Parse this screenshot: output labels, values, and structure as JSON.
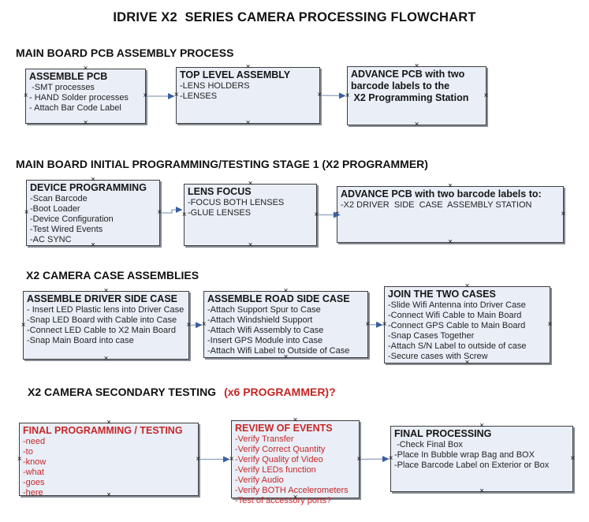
{
  "title": "IDRIVE X2  SERIES CAMERA PROCESSING FLOWCHART",
  "colors": {
    "box_fill": "#e9eef7",
    "box_border": "#3f3f3f",
    "connector_line": "#8ca0c0",
    "connector_arrow": "#3b5e9e",
    "red_text": "#c42828",
    "black_text": "#1c1c1c"
  },
  "sections": [
    {
      "heading": "MAIN BOARD PCB ASSEMBLY PROCESS",
      "boxes": [
        {
          "title": "ASSEMBLE PCB",
          "items": [
            " -SMT processes",
            "- HAND Solder processes",
            "- Attach Bar Code Label"
          ]
        },
        {
          "title": "TOP LEVEL ASSEMBLY",
          "items": [
            "-LENS HOLDERS",
            "-LENSES"
          ]
        },
        {
          "title": "ADVANCE PCB with two\nbarcode labels to the\n X2 Programming Station",
          "items": []
        }
      ]
    },
    {
      "heading": "MAIN BOARD INITIAL PROGRAMMING/TESTING STAGE 1 (X2 PROGRAMMER)",
      "boxes": [
        {
          "title": "DEVICE PROGRAMMING",
          "items": [
            "-Scan Barcode",
            "-Boot Loader",
            "-Device Configuration",
            "-Test Wired Events",
            "-AC SYNC"
          ]
        },
        {
          "title": "LENS FOCUS",
          "items": [
            "-FOCUS BOTH LENSES",
            "-GLUE LENSES"
          ]
        },
        {
          "title": "ADVANCE PCB with two barcode labels to:",
          "items": [
            "-X2 DRIVER  SIDE  CASE  ASSEMBLY STATION"
          ]
        }
      ]
    },
    {
      "heading": "X2 CAMERA CASE ASSEMBLIES",
      "boxes": [
        {
          "title": "ASSEMBLE DRIVER SIDE CASE",
          "items": [
            "- Insert LED Plastic lens into Driver Case",
            "-Snap LED Board with Cable into Case",
            "-Connect LED Cable to X2 Main Board",
            "-Snap Main Board into case"
          ]
        },
        {
          "title": "ASSEMBLE ROAD SIDE CASE",
          "items": [
            "-Attach Support Spur to Case",
            "-Attach Windshield Support",
            "-Attach Wifi Assembly to Case",
            "-Insert GPS Module into Case",
            "-Attach Wifi Label to Outside of Case"
          ]
        },
        {
          "title": "JOIN THE TWO CASES",
          "items": [
            "-Slide Wifi Antenna into Driver Case",
            "-Connect Wifi Cable to Main Board",
            "-Connect GPS Cable to Main Board",
            "-Snap Cases Together",
            "-Attach S/N Label to outside of case",
            "-Secure cases with Screw"
          ]
        }
      ]
    },
    {
      "heading": "X2 CAMERA SECONDARY TESTING",
      "heading_red": "(x6 PROGRAMMER)?",
      "boxes": [
        {
          "title": "FINAL PROGRAMMING / TESTING",
          "items": [
            "-need",
            "-to",
            "-know",
            "-what",
            "-goes",
            "-here"
          ]
        },
        {
          "title": "REVIEW OF EVENTS",
          "items": [
            "-Verify Transfer",
            "-Verify Correct Quantity",
            "-Verify Quality of Video",
            "-Verify LEDs function",
            "-Verify Audio",
            "-Verify BOTH Accelerometers",
            "-Test of accessory ports?"
          ]
        },
        {
          "title": "FINAL PROCESSING",
          "items": [
            " -Check Final Box",
            "-Place In Bubble wrap Bag and BOX",
            "-Place Barcode Label on Exterior or Box"
          ]
        }
      ]
    }
  ]
}
